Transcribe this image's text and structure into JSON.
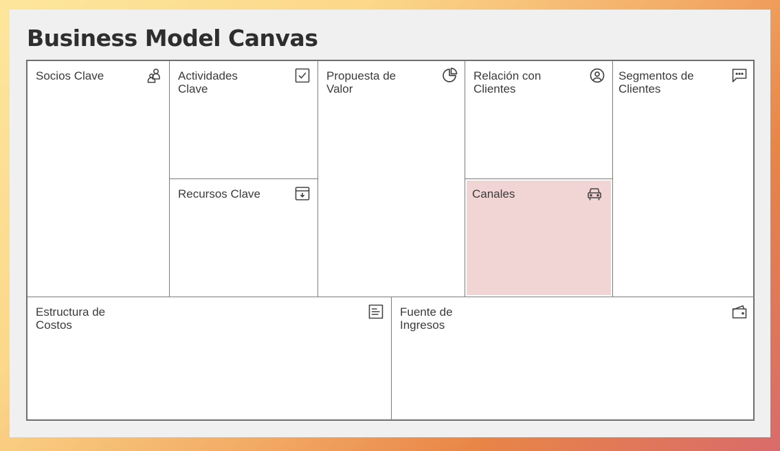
{
  "title": "Business Model Canvas",
  "blocks": {
    "partners": {
      "label": "Socios Clave",
      "icon": "users-icon"
    },
    "activities": {
      "label": "Actividades Clave",
      "icon": "checkbox-icon"
    },
    "resources": {
      "label": "Recursos Clave",
      "icon": "archive-box-icon"
    },
    "value": {
      "label": "Propuesta de Valor",
      "icon": "pie-chart-icon"
    },
    "relationships": {
      "label": "Relación con Clientes",
      "icon": "user-circle-icon"
    },
    "channels": {
      "label": "Canales",
      "icon": "car-icon",
      "highlight_color": "#f1d5d5"
    },
    "segments": {
      "label": "Segmentos de Clientes",
      "icon": "chat-bubble-icon"
    },
    "costs": {
      "label": "Estructura de Costos",
      "icon": "document-lines-icon"
    },
    "revenue": {
      "label": "Fuente de Ingresos",
      "icon": "wallet-icon"
    }
  }
}
